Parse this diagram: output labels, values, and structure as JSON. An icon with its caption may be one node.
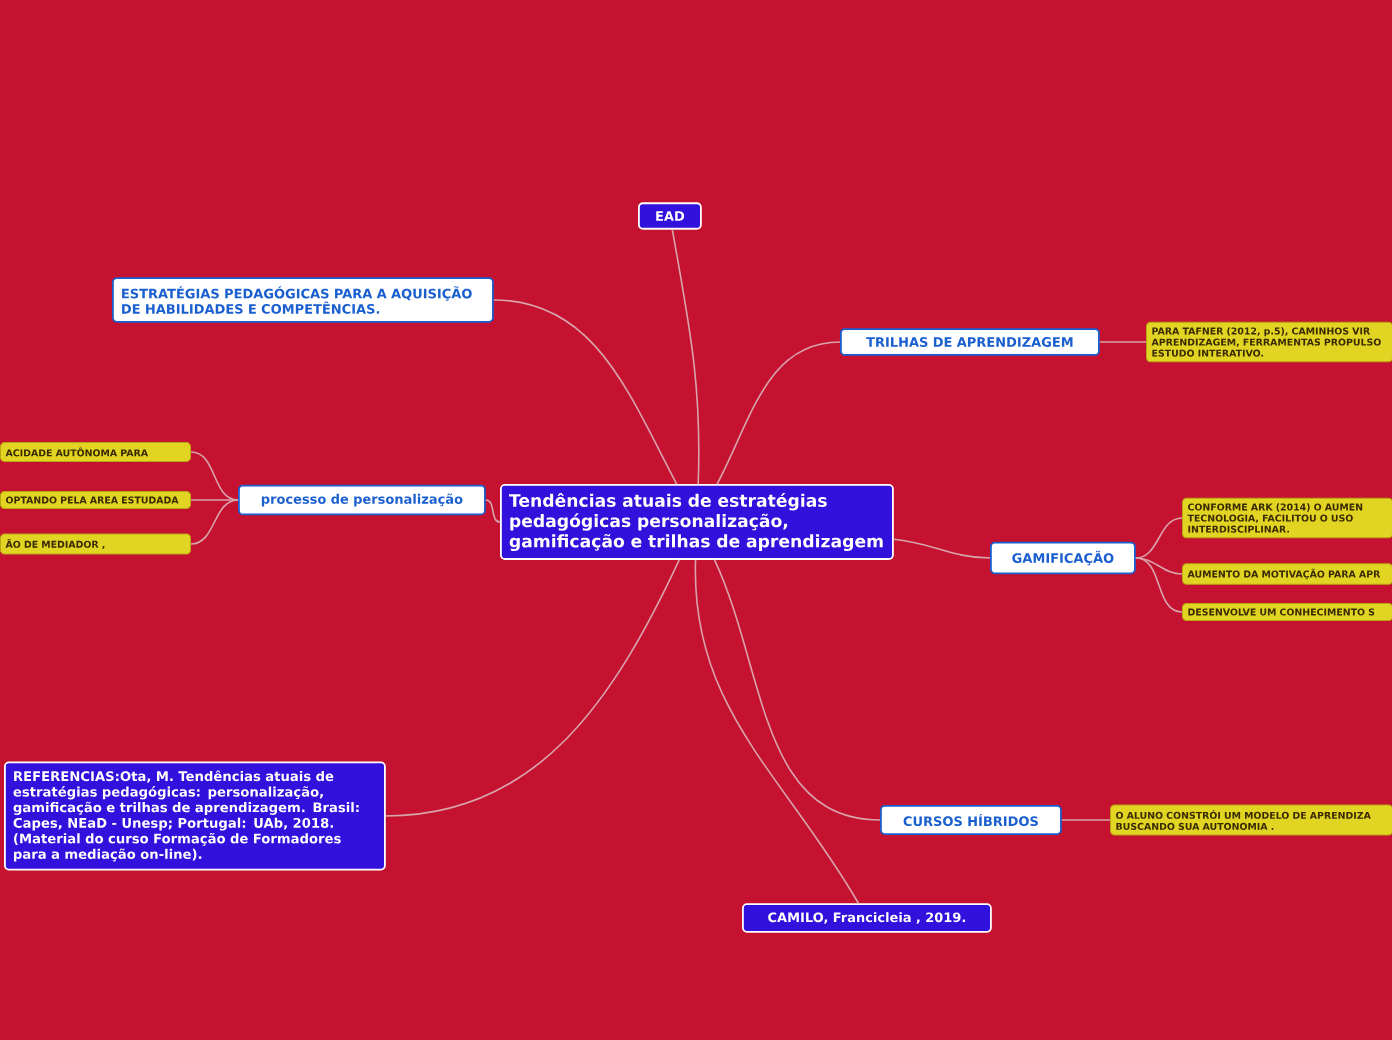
{
  "diagram": {
    "nodes": [
      {
        "text": [
          "Tendências atuais de estratégias pedagógicas personalização, gamificação e trilhas de aprendizagem"
        ]
      },
      {
        "text": [
          "EAD"
        ]
      },
      {
        "text": [
          "ESTRATÉGIAS PEDAGÓGICAS  PARA A AQUISIÇÃO DE HABILIDADES E COMPETÊNCIAS."
        ]
      },
      {
        "text": [
          "TRILHAS DE APRENDIZAGEM"
        ]
      },
      {
        "text": [
          "PARA TAFNER (2012, p.5), CAMINHOS VIR APRENDIZAGEM, FERRAMENTAS PROPULSO ESTUDO INTERATIVO."
        ]
      },
      {
        "text": [
          "processo de personalização"
        ]
      },
      {
        "text": [
          "ACIDADE AUTÔNOMA PARA"
        ]
      },
      {
        "text": [
          "OPTANDO PELA AREA ESTUDADA"
        ]
      },
      {
        "text": [
          "ÃO DE MEDIADOR ,"
        ]
      },
      {
        "text": [
          "GAMIFICAÇÃO"
        ]
      },
      {
        "text": [
          "CONFORME ARK (2014) O AUMEN TECNOLOGIA, FACILITOU O USO INTERDISCIPLINAR."
        ]
      },
      {
        "text": [
          "AUMENTO DA MOTIVAÇÃO PARA APR"
        ]
      },
      {
        "text": [
          "DESENVOLVE  UM CONHECIMENTO S"
        ]
      },
      {
        "text": [
          "REFERENCIAS:Ota, M. Tendências atuais de estratégias pedagógicas: personalização, gamificação e trilhas de aprendizagem. Brasil: Capes, NEaD - Unesp; Portugal: UAb, 2018. (Material do curso Formação de Formadores para a mediação on-line)."
        ]
      },
      {
        "text": [
          "CURSOS HÍBRIDOS"
        ]
      },
      {
        "text": [
          "O ALUNO CONSTRÓI UM MODELO DE APRENDIZA BUSCANDO SUA AUTONOMIA ."
        ]
      },
      {
        "text": [
          "CAMILO, Francicleia , 2019."
        ]
      }
    ],
    "edges": [
      {
        "from": 0,
        "to": 1,
        "arrow": "none"
      },
      {
        "from": 0,
        "to": 2,
        "arrow": "none"
      },
      {
        "from": 0,
        "to": 3,
        "arrow": "none"
      },
      {
        "from": 0,
        "to": 5,
        "arrow": "none"
      },
      {
        "from": 0,
        "to": 9,
        "arrow": "none"
      },
      {
        "from": 0,
        "to": 13,
        "arrow": "none"
      },
      {
        "from": 0,
        "to": 14,
        "arrow": "none"
      },
      {
        "from": 0,
        "to": 16,
        "arrow": "none"
      },
      {
        "from": 3,
        "to": 4,
        "arrow": "none"
      },
      {
        "from": 5,
        "to": 6,
        "arrow": "none"
      },
      {
        "from": 5,
        "to": 7,
        "arrow": "none"
      },
      {
        "from": 5,
        "to": 8,
        "arrow": "none"
      },
      {
        "from": 9,
        "to": 10,
        "arrow": "none"
      },
      {
        "from": 9,
        "to": 11,
        "arrow": "none"
      },
      {
        "from": 9,
        "to": 12,
        "arrow": "none"
      },
      {
        "from": 14,
        "to": 15,
        "arrow": "none"
      }
    ]
  }
}
